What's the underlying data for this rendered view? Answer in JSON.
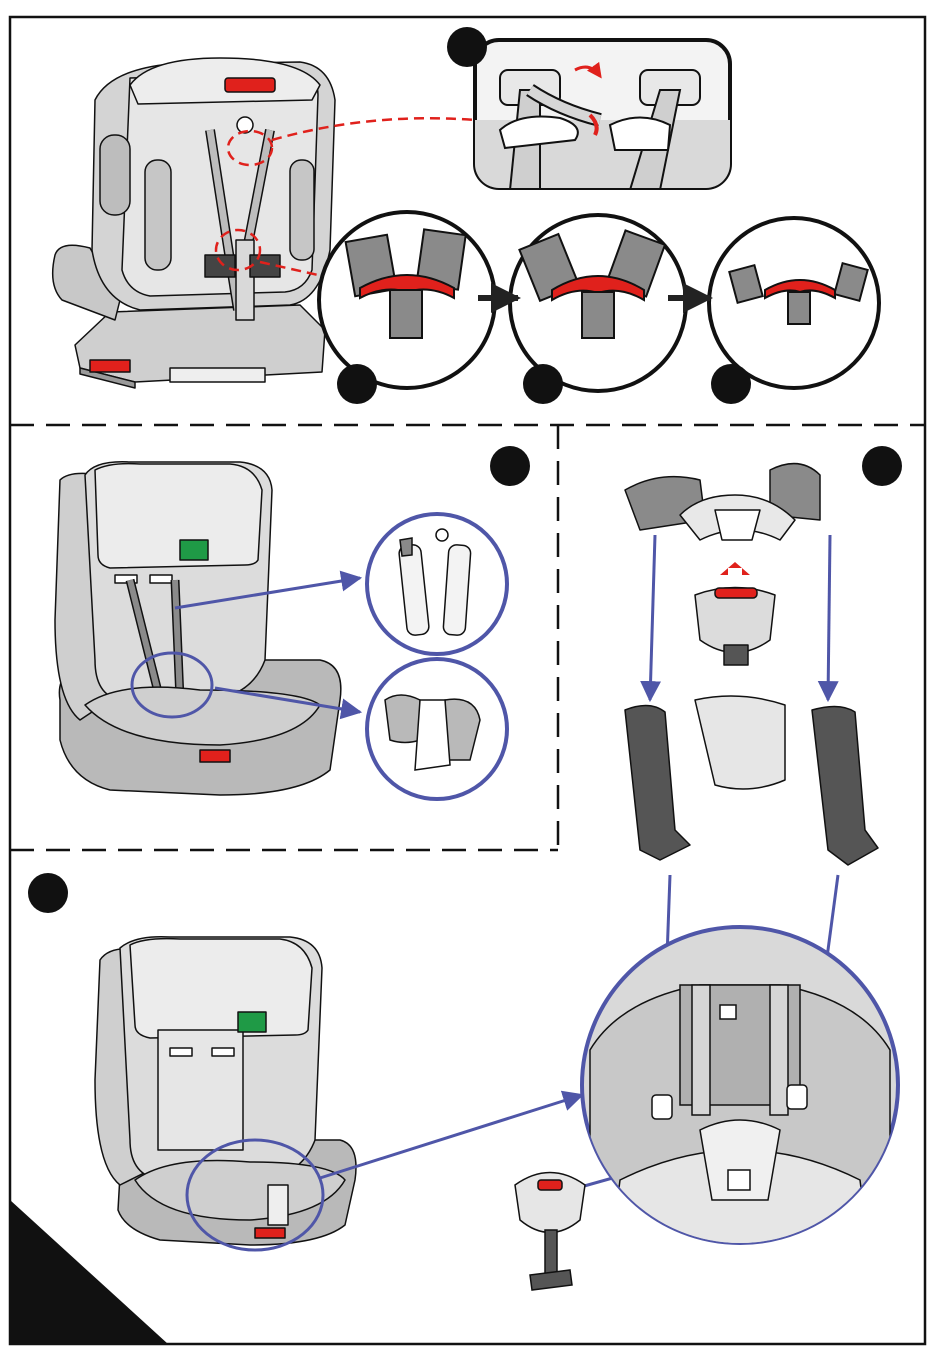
{
  "page": {
    "step_markers": [
      "",
      "",
      "",
      "",
      "",
      "",
      "",
      ""
    ]
  },
  "colors": {
    "ink": "#111111",
    "seat_gray": "#d2d2d2",
    "seat_light": "#ececec",
    "strap_gray": "#8a8a8a",
    "clip_red": "#e0211c",
    "guide_green": "#1f9a46",
    "arrow_blue": "#4f56a8",
    "leader_red": "#e0211c",
    "arrow_black": "#222222"
  },
  "icons": {
    "step_bubble": "filled-black-circle",
    "flow_arrow": "black-right-arrow",
    "lift_arrow": "red-up-arrow",
    "curved_arrow": "red-curved-arrow"
  }
}
